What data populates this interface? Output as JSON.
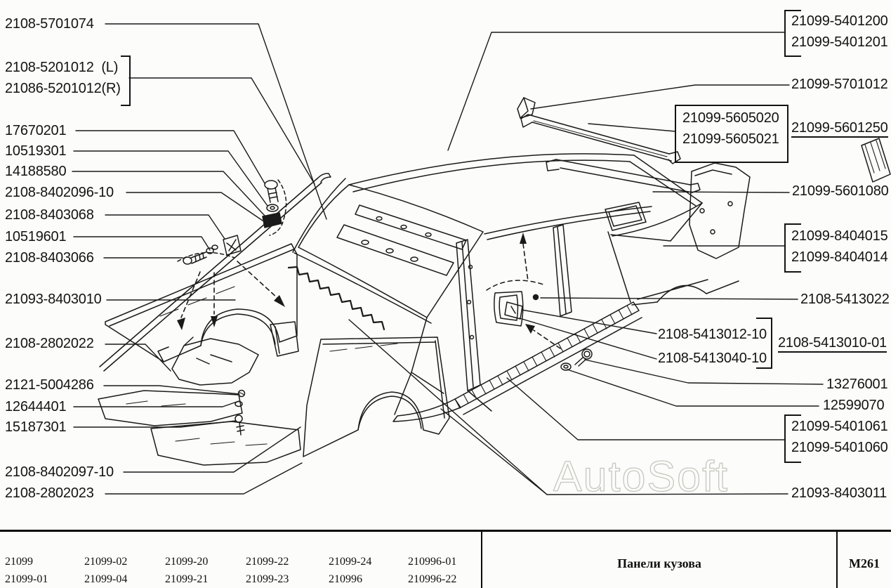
{
  "watermark": "AutoSoft",
  "parts": {
    "left": [
      "2108-5701074",
      "2108-5201012  (L)",
      "21086-5201012(R)",
      "17670201",
      "10519301",
      "14188580",
      "2108-8402096-10",
      "2108-8403068",
      "10519601",
      "2108-8403066",
      "21093-8403010",
      "2108-2802022",
      "2121-5004286",
      "12644401",
      "15187301",
      "2108-8402097-10",
      "2108-2802023"
    ],
    "right": [
      "21099-5401200",
      "21099-5401201",
      "21099-5701012",
      "21099-5605020",
      "21099-5605021",
      "21099-5601250",
      "21099-5601080",
      "21099-8404015",
      "21099-8404014",
      "2108-5413022",
      "2108-5413012-10",
      "2108-5413040-10",
      "2108-5413010-01",
      "13276001",
      "12599070",
      "21099-5401061",
      "21099-5401060",
      "21093-8403011"
    ]
  },
  "footer": {
    "row1": [
      "21099",
      "21099-02",
      "21099-20",
      "21099-22",
      "21099-24",
      "210996-01"
    ],
    "row2": [
      "21099-01",
      "21099-04",
      "21099-21",
      "21099-23",
      "210996",
      "210996-22"
    ],
    "title": "Панели кузова",
    "page_code": "М261"
  },
  "colors": {
    "line": "#1a1a1a",
    "watermark_outline": "#c6c6c0"
  }
}
